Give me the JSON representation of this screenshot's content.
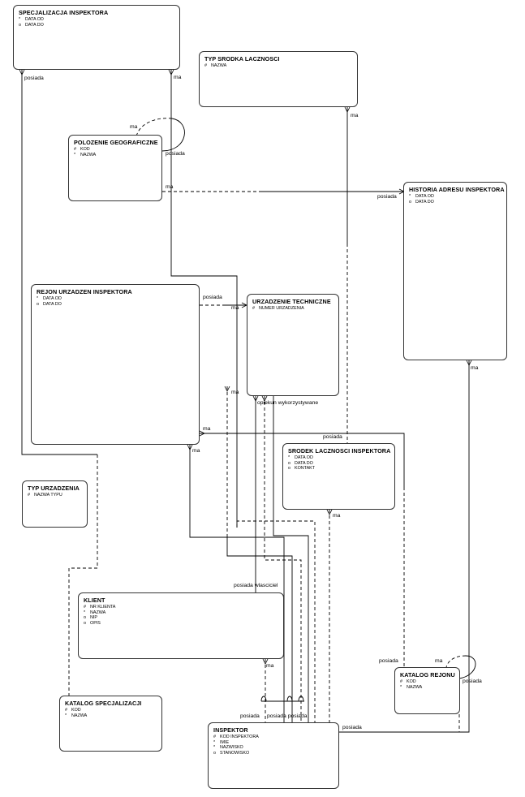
{
  "entities": [
    {
      "id": "specjalizacja_inspektora",
      "title": "SPECJALIZACJA INSPEKTORA",
      "attributes": [
        {
          "symbol": "*",
          "name": "DATA OD"
        },
        {
          "symbol": "o",
          "name": "DATA DO"
        }
      ]
    },
    {
      "id": "typ_srodka_lacznosci",
      "title": "TYP SRODKA LACZNOSCI",
      "attributes": [
        {
          "symbol": "#",
          "name": "NAZWA"
        }
      ]
    },
    {
      "id": "polozenie_geograficzne",
      "title": "POLOZENIE GEOGRAFICZNE",
      "attributes": [
        {
          "symbol": "#",
          "name": "KOD"
        },
        {
          "symbol": "*",
          "name": "NAZWA"
        }
      ]
    },
    {
      "id": "historia_adresu_inspektora",
      "title": "HISTORIA ADRESU INSPEKTORA",
      "attributes": [
        {
          "symbol": "*",
          "name": "DATA OD"
        },
        {
          "symbol": "o",
          "name": "DATA DO"
        }
      ]
    },
    {
      "id": "rejon_urzadzen_inspektora",
      "title": "REJON URZADZEN INSPEKTORA",
      "attributes": [
        {
          "symbol": "*",
          "name": "DATA OD"
        },
        {
          "symbol": "o",
          "name": "DATA DO"
        }
      ]
    },
    {
      "id": "urzadzenie_techniczne",
      "title": "URZADZENIE TECHNICZNE",
      "attributes": [
        {
          "symbol": "#",
          "name": "NUMER URZADZENIA"
        }
      ]
    },
    {
      "id": "srodek_lacznosci_inspektora",
      "title": "SRODEK LACZNOSCI INSPEKTORA",
      "attributes": [
        {
          "symbol": "*",
          "name": "DATA OD"
        },
        {
          "symbol": "o",
          "name": "DATA DO"
        },
        {
          "symbol": "o",
          "name": "KONTAKT"
        }
      ]
    },
    {
      "id": "typ_urzadzenia",
      "title": "TYP URZADZENIA",
      "attributes": [
        {
          "symbol": "#",
          "name": "NAZWA TYPU"
        }
      ]
    },
    {
      "id": "klient",
      "title": "KLIENT",
      "attributes": [
        {
          "symbol": "#",
          "name": "NR KLIENTA"
        },
        {
          "symbol": "*",
          "name": "NAZWA"
        },
        {
          "symbol": "o",
          "name": "NIP"
        },
        {
          "symbol": "o",
          "name": "OPIS"
        }
      ]
    },
    {
      "id": "katalog_rejonu",
      "title": "KATALOG REJONU",
      "attributes": [
        {
          "symbol": "#",
          "name": "KOD"
        },
        {
          "symbol": "*",
          "name": "NAZWA"
        }
      ]
    },
    {
      "id": "katalog_specjalizacji",
      "title": "KATALOG SPECJALIZACJI",
      "attributes": [
        {
          "symbol": "#",
          "name": "KOD"
        },
        {
          "symbol": "*",
          "name": "NAZWA"
        }
      ]
    },
    {
      "id": "inspektor",
      "title": "INSPEKTOR",
      "attributes": [
        {
          "symbol": "#",
          "name": "KOD INSPEKTORA"
        },
        {
          "symbol": "*",
          "name": "IMIE"
        },
        {
          "symbol": "*",
          "name": "NAZWISKO"
        },
        {
          "symbol": "o",
          "name": "STANOWISKO"
        }
      ]
    }
  ],
  "relationship_labels": [
    {
      "id": "spec_posiada",
      "text": "posiada"
    },
    {
      "id": "spec_ma",
      "text": "ma"
    },
    {
      "id": "typsr_ma",
      "text": "ma"
    },
    {
      "id": "geo_self_ma",
      "text": "ma"
    },
    {
      "id": "geo_self_posiada",
      "text": "posiada"
    },
    {
      "id": "geo_hist_ma",
      "text": "ma"
    },
    {
      "id": "hist_posiada",
      "text": "posiada"
    },
    {
      "id": "rejon_posiada",
      "text": "posiada"
    },
    {
      "id": "urz_ma",
      "text": "ma"
    },
    {
      "id": "hist_ma",
      "text": "ma"
    },
    {
      "id": "urz_ma2",
      "text": "ma"
    },
    {
      "id": "urz_bottom",
      "text": "opiekun wykorzystywane"
    },
    {
      "id": "rejon_ma",
      "text": "ma"
    },
    {
      "id": "sr_posiada",
      "text": "posiada"
    },
    {
      "id": "rejon_ma2",
      "text": "ma"
    },
    {
      "id": "sr_ma",
      "text": "ma"
    },
    {
      "id": "klient_top",
      "text": "posiada wlasciciel"
    },
    {
      "id": "klient_ma",
      "text": "ma"
    },
    {
      "id": "kr_posiada",
      "text": "posiada"
    },
    {
      "id": "kr_self_ma",
      "text": "ma"
    },
    {
      "id": "kr_self_posiada",
      "text": "posiada"
    },
    {
      "id": "insp_posiada_left",
      "text": "posiada"
    },
    {
      "id": "insp_posiada_mid",
      "text": "posiada posiada"
    },
    {
      "id": "insp_posiada_right",
      "text": "posiada"
    }
  ]
}
